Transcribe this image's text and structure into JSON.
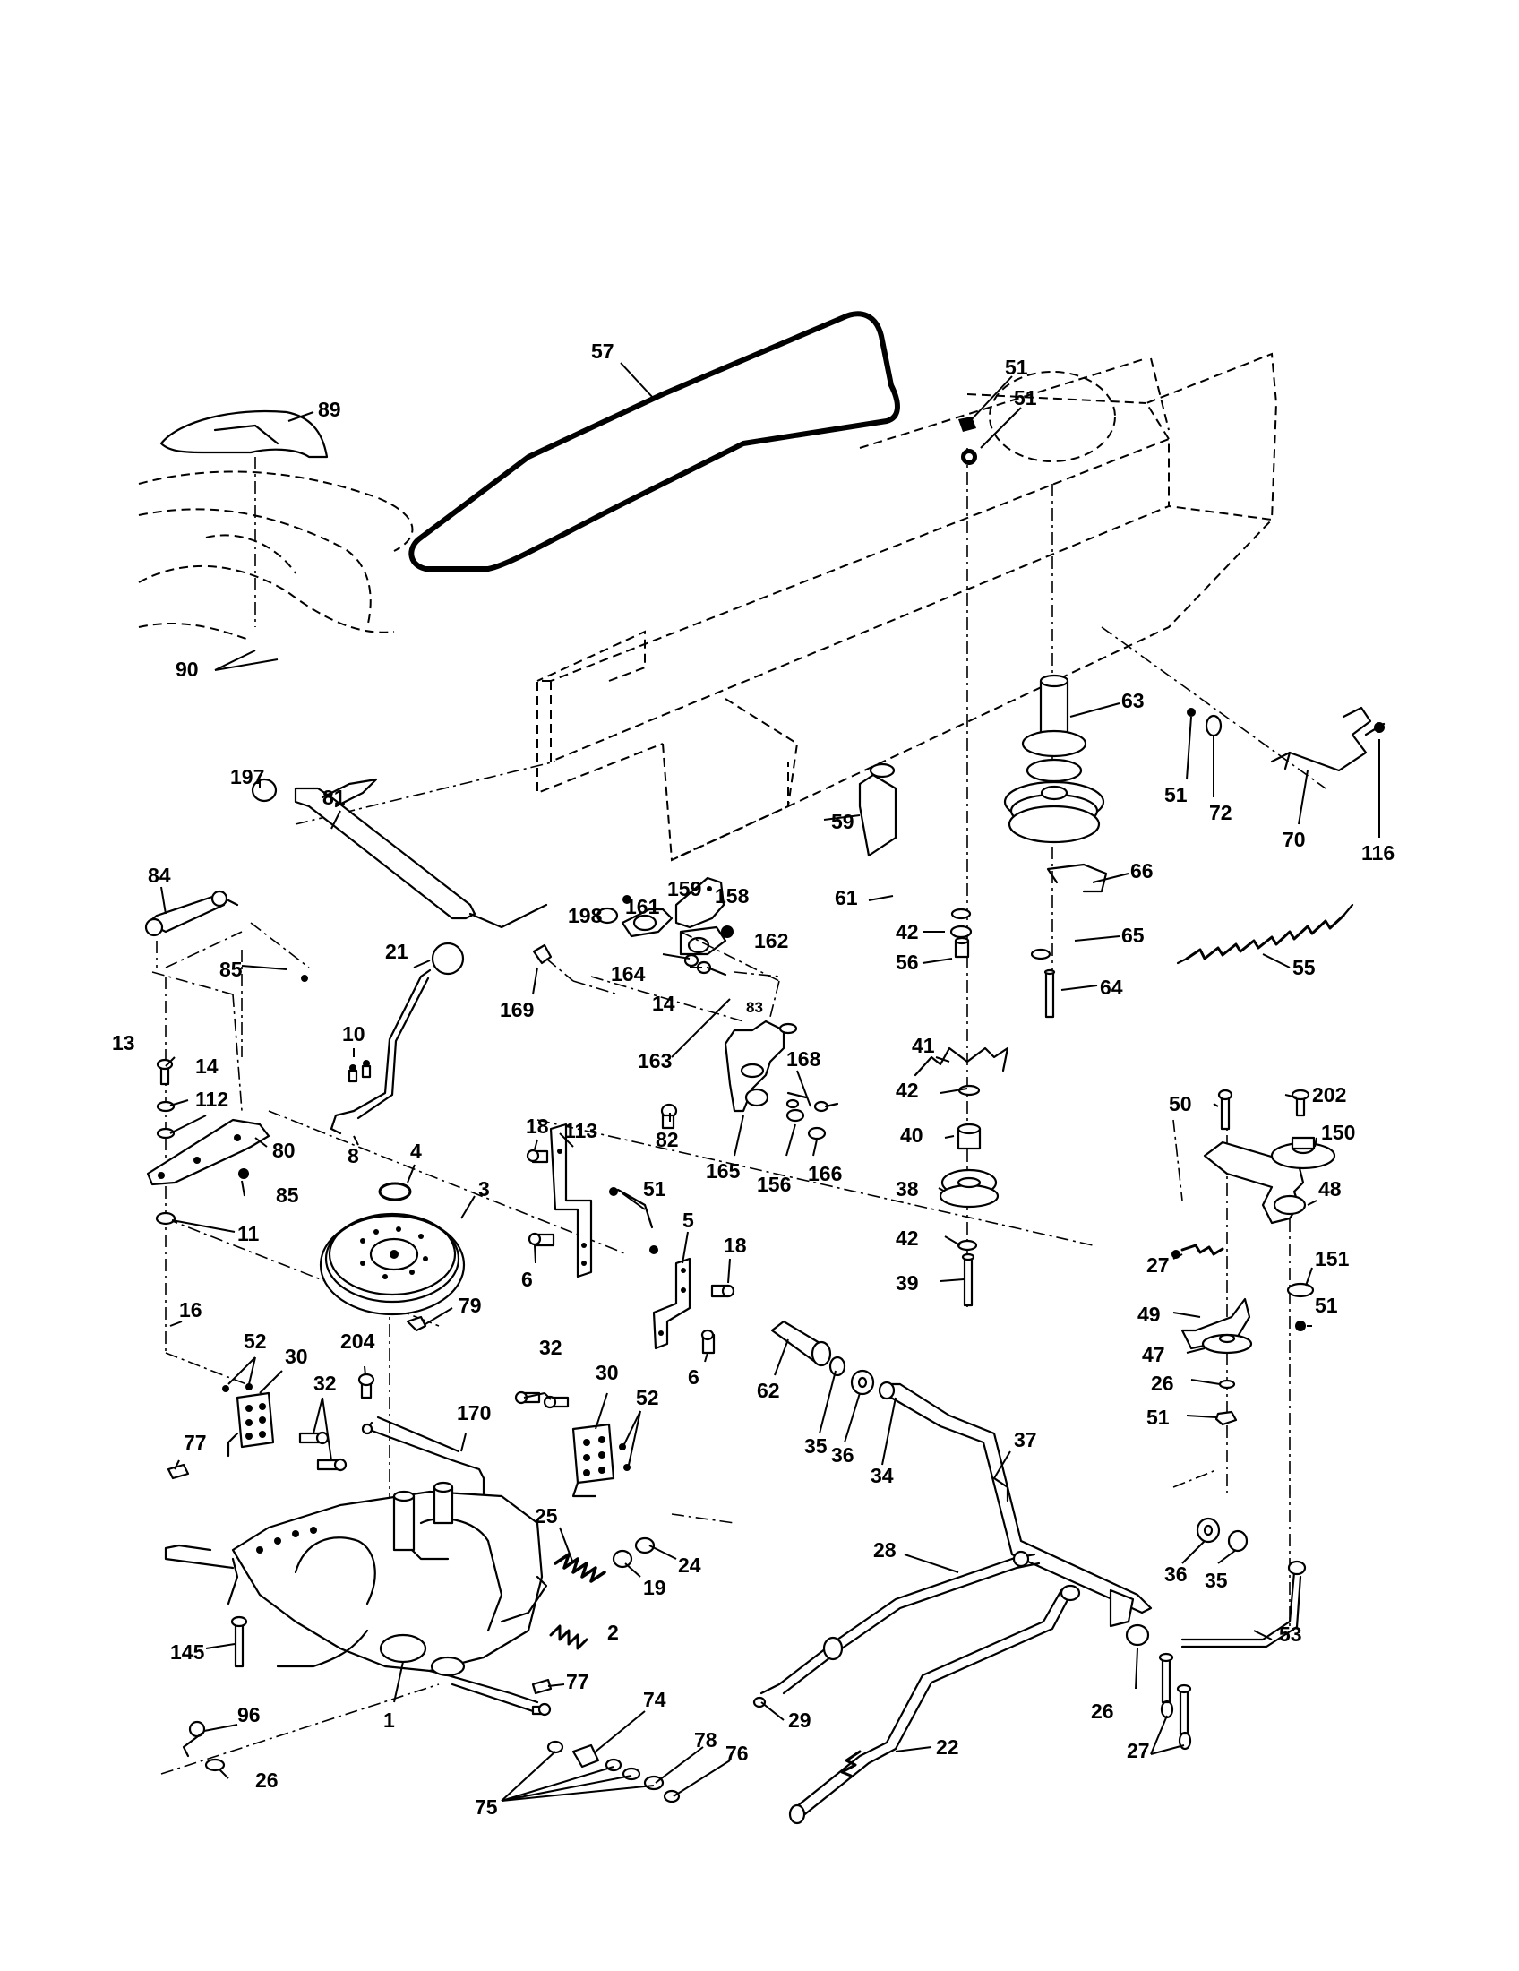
{
  "diagram": {
    "callouts": [
      {
        "id": "57",
        "label": "57"
      },
      {
        "id": "89",
        "label": "89"
      },
      {
        "id": "90",
        "label": "90"
      },
      {
        "id": "51a",
        "label": "51"
      },
      {
        "id": "51b",
        "label": "51"
      },
      {
        "id": "63",
        "label": "63"
      },
      {
        "id": "51c",
        "label": "51"
      },
      {
        "id": "72",
        "label": "72"
      },
      {
        "id": "70",
        "label": "70"
      },
      {
        "id": "116",
        "label": "116"
      },
      {
        "id": "197",
        "label": "197"
      },
      {
        "id": "81",
        "label": "81"
      },
      {
        "id": "59",
        "label": "59"
      },
      {
        "id": "66",
        "label": "66"
      },
      {
        "id": "61",
        "label": "61"
      },
      {
        "id": "84",
        "label": "84"
      },
      {
        "id": "198",
        "label": "198"
      },
      {
        "id": "161",
        "label": "161"
      },
      {
        "id": "159",
        "label": "159"
      },
      {
        "id": "158",
        "label": "158"
      },
      {
        "id": "42a",
        "label": "42"
      },
      {
        "id": "65",
        "label": "65"
      },
      {
        "id": "162",
        "label": "162"
      },
      {
        "id": "56",
        "label": "56"
      },
      {
        "id": "55",
        "label": "55"
      },
      {
        "id": "21",
        "label": "21"
      },
      {
        "id": "85a",
        "label": "85"
      },
      {
        "id": "169",
        "label": "169"
      },
      {
        "id": "164",
        "label": "164"
      },
      {
        "id": "64",
        "label": "64"
      },
      {
        "id": "10",
        "label": "10"
      },
      {
        "id": "14a",
        "label": "14"
      },
      {
        "id": "83",
        "label": "83"
      },
      {
        "id": "41",
        "label": "41"
      },
      {
        "id": "13",
        "label": "13"
      },
      {
        "id": "163",
        "label": "163"
      },
      {
        "id": "14b",
        "label": "14"
      },
      {
        "id": "168",
        "label": "168"
      },
      {
        "id": "42b",
        "label": "42"
      },
      {
        "id": "112",
        "label": "112"
      },
      {
        "id": "50",
        "label": "50"
      },
      {
        "id": "202",
        "label": "202"
      },
      {
        "id": "82",
        "label": "82"
      },
      {
        "id": "80",
        "label": "80"
      },
      {
        "id": "18a",
        "label": "18"
      },
      {
        "id": "113",
        "label": "113"
      },
      {
        "id": "40",
        "label": "40"
      },
      {
        "id": "150",
        "label": "150"
      },
      {
        "id": "8",
        "label": "8"
      },
      {
        "id": "4",
        "label": "4"
      },
      {
        "id": "165",
        "label": "165"
      },
      {
        "id": "156",
        "label": "156"
      },
      {
        "id": "166",
        "label": "166"
      },
      {
        "id": "3",
        "label": "3"
      },
      {
        "id": "51d",
        "label": "51"
      },
      {
        "id": "38",
        "label": "38"
      },
      {
        "id": "85b",
        "label": "85"
      },
      {
        "id": "48",
        "label": "48"
      },
      {
        "id": "5",
        "label": "5"
      },
      {
        "id": "11",
        "label": "11"
      },
      {
        "id": "42c",
        "label": "42"
      },
      {
        "id": "27a",
        "label": "27"
      },
      {
        "id": "18b",
        "label": "18"
      },
      {
        "id": "151",
        "label": "151"
      },
      {
        "id": "6a",
        "label": "6"
      },
      {
        "id": "39",
        "label": "39"
      },
      {
        "id": "16",
        "label": "16"
      },
      {
        "id": "79",
        "label": "79"
      },
      {
        "id": "51e",
        "label": "51"
      },
      {
        "id": "49",
        "label": "49"
      },
      {
        "id": "52a",
        "label": "52"
      },
      {
        "id": "204",
        "label": "204"
      },
      {
        "id": "47",
        "label": "47"
      },
      {
        "id": "30a",
        "label": "30"
      },
      {
        "id": "32a",
        "label": "32"
      },
      {
        "id": "32b",
        "label": "32"
      },
      {
        "id": "6b",
        "label": "6"
      },
      {
        "id": "62",
        "label": "62"
      },
      {
        "id": "26a",
        "label": "26"
      },
      {
        "id": "30b",
        "label": "30"
      },
      {
        "id": "51f",
        "label": "51"
      },
      {
        "id": "52b",
        "label": "52"
      },
      {
        "id": "170",
        "label": "170"
      },
      {
        "id": "35a",
        "label": "35"
      },
      {
        "id": "36a",
        "label": "36"
      },
      {
        "id": "77a",
        "label": "77"
      },
      {
        "id": "34",
        "label": "34"
      },
      {
        "id": "37",
        "label": "37"
      },
      {
        "id": "25",
        "label": "25"
      },
      {
        "id": "24",
        "label": "24"
      },
      {
        "id": "28",
        "label": "28"
      },
      {
        "id": "19",
        "label": "19"
      },
      {
        "id": "36b",
        "label": "36"
      },
      {
        "id": "35b",
        "label": "35"
      },
      {
        "id": "2",
        "label": "2"
      },
      {
        "id": "53",
        "label": "53"
      },
      {
        "id": "145",
        "label": "145"
      },
      {
        "id": "77b",
        "label": "77"
      },
      {
        "id": "74",
        "label": "74"
      },
      {
        "id": "29",
        "label": "29"
      },
      {
        "id": "96",
        "label": "96"
      },
      {
        "id": "1",
        "label": "1"
      },
      {
        "id": "78",
        "label": "78"
      },
      {
        "id": "76",
        "label": "76"
      },
      {
        "id": "22",
        "label": "22"
      },
      {
        "id": "26b",
        "label": "26"
      },
      {
        "id": "27b",
        "label": "27"
      },
      {
        "id": "26c",
        "label": "26"
      },
      {
        "id": "75",
        "label": "75"
      }
    ]
  }
}
